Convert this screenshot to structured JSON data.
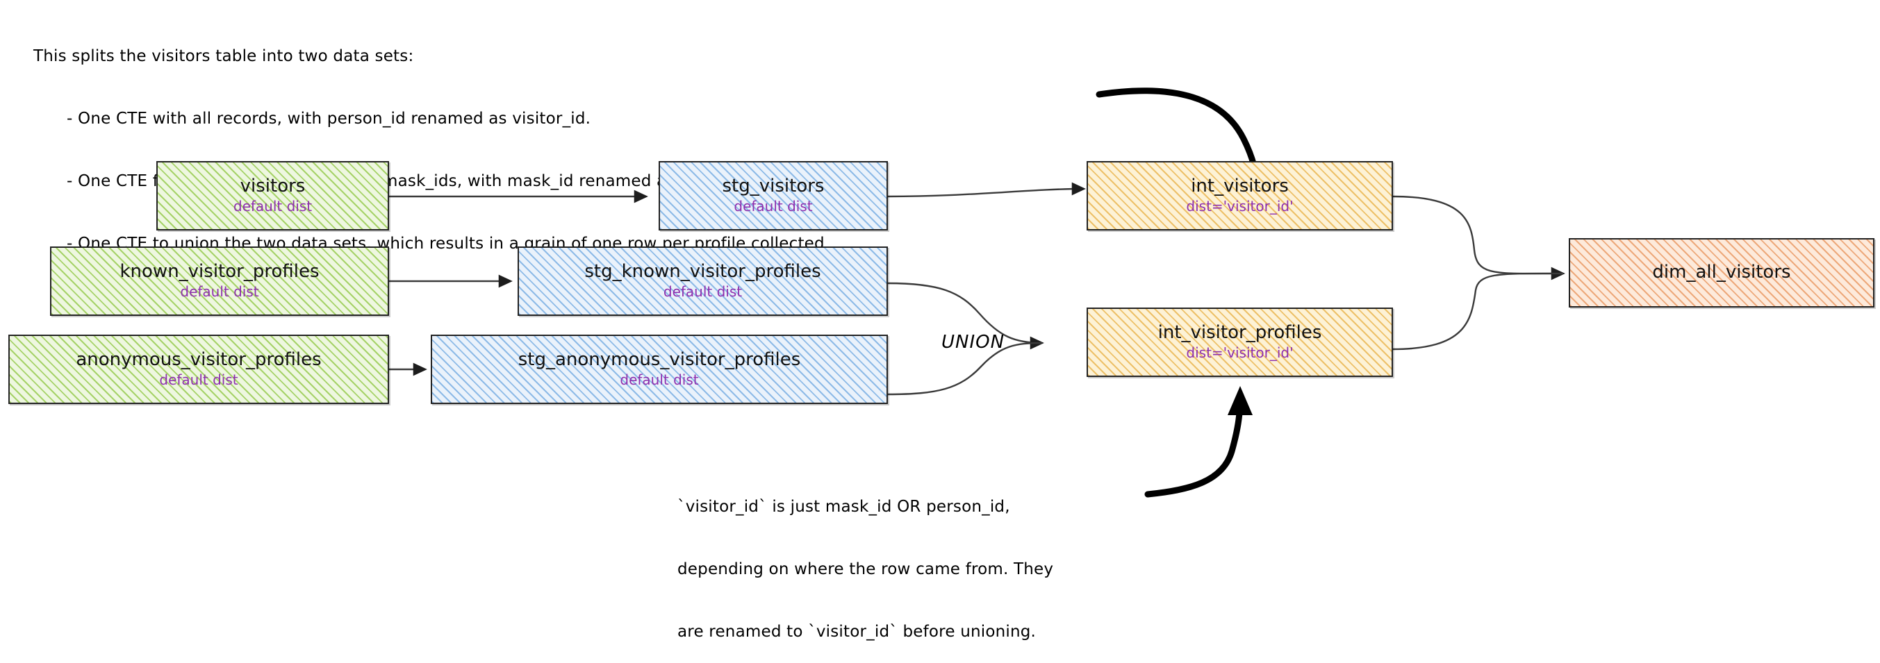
{
  "notes": {
    "top": [
      "This splits the visitors table into two data sets:",
      "- One CTE with all records, with person_id renamed as visitor_id.",
      "- One CTE filtered to only records with mask_ids, with mask_id renamed as visitor_id",
      "- One CTE to union the two data sets, which results in a grain of one row per profile collected."
    ],
    "bottom": [
      "`visitor_id` is just mask_id OR person_id,",
      "depending on where the row came from. They",
      "are renamed to `visitor_id` before unioning."
    ]
  },
  "union_label": "UNION",
  "colors": {
    "source": "#8dc63f",
    "staging": "#6ea8e0",
    "intermediate": "#e9b44c",
    "mart": "#e68c50",
    "subtitle": "#8e2fae",
    "title": "#111111",
    "wire": "#3a3a3a"
  },
  "nodes": [
    {
      "id": "visitors",
      "title": "visitors",
      "subtitle": "default dist",
      "layer": "source"
    },
    {
      "id": "known_visitor_profiles",
      "title": "known_visitor_profiles",
      "subtitle": "default dist",
      "layer": "source"
    },
    {
      "id": "anonymous_visitor_profiles",
      "title": "anonymous_visitor_profiles",
      "subtitle": "default dist",
      "layer": "source"
    },
    {
      "id": "stg_visitors",
      "title": "stg_visitors",
      "subtitle": "default dist",
      "layer": "staging"
    },
    {
      "id": "stg_known_visitor_profiles",
      "title": "stg_known_visitor_profiles",
      "subtitle": "default dist",
      "layer": "staging"
    },
    {
      "id": "stg_anonymous_visitor_profiles",
      "title": "stg_anonymous_visitor_profiles",
      "subtitle": "default dist",
      "layer": "staging"
    },
    {
      "id": "int_visitors",
      "title": "int_visitors",
      "subtitle": "dist='visitor_id'",
      "layer": "intermediate"
    },
    {
      "id": "int_visitor_profiles",
      "title": "int_visitor_profiles",
      "subtitle": "dist='visitor_id'",
      "layer": "intermediate"
    },
    {
      "id": "dim_all_visitors",
      "title": "dim_all_visitors",
      "subtitle": "",
      "layer": "mart"
    }
  ],
  "edges": [
    {
      "from": "visitors",
      "to": "stg_visitors"
    },
    {
      "from": "known_visitor_profiles",
      "to": "stg_known_visitor_profiles"
    },
    {
      "from": "anonymous_visitor_profiles",
      "to": "stg_anonymous_visitor_profiles"
    },
    {
      "from": "stg_visitors",
      "to": "int_visitors"
    },
    {
      "from": "stg_known_visitor_profiles",
      "to": "int_visitor_profiles",
      "label": "UNION"
    },
    {
      "from": "stg_anonymous_visitor_profiles",
      "to": "int_visitor_profiles",
      "label": "UNION"
    },
    {
      "from": "int_visitors",
      "to": "dim_all_visitors"
    },
    {
      "from": "int_visitor_profiles",
      "to": "dim_all_visitors"
    }
  ],
  "annotation_arrows": [
    {
      "from": "notes.top",
      "to": "int_visitors"
    },
    {
      "from": "notes.bottom",
      "to": "int_visitor_profiles"
    }
  ]
}
